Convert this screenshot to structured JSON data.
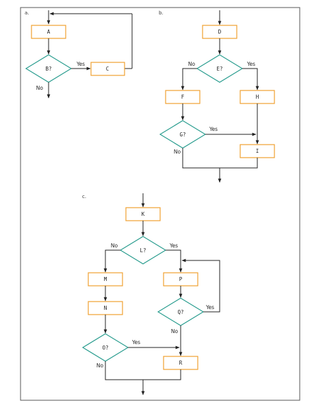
{
  "colors": {
    "process_border": "#f0a030",
    "decision_border": "#2a9d8f",
    "line": "#222222"
  },
  "panels": {
    "a": "a.",
    "b": "b.",
    "c": "c."
  },
  "nodes": {
    "A": "A",
    "B": "B?",
    "C": "C",
    "D": "D",
    "E": "E?",
    "F": "F",
    "G": "G?",
    "H": "H",
    "I": "I",
    "K": "K",
    "L": "L?",
    "M": "M",
    "N": "N",
    "O": "O?",
    "P": "P",
    "Q": "Q?",
    "R": "R"
  },
  "edges": {
    "b_yes": "Yes",
    "b_no": "No",
    "e_no": "No",
    "e_yes": "Yes",
    "g_yes": "Yes",
    "g_no": "No",
    "l_no": "No",
    "l_yes": "Yes",
    "q_yes": "Yes",
    "q_no": "No",
    "o_yes": "Yes",
    "o_no": "No"
  }
}
